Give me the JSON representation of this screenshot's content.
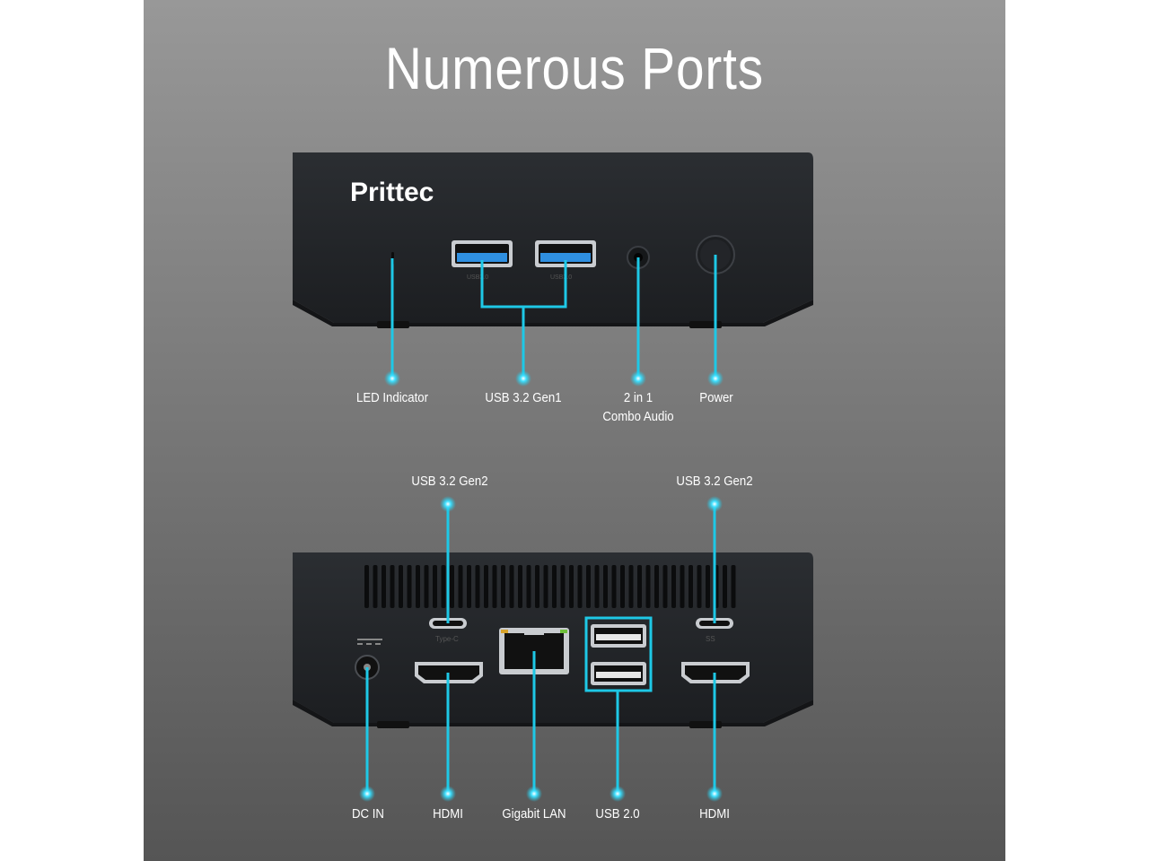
{
  "heading": "Numerous Ports",
  "brand": "Prittec",
  "front_labels": {
    "led": "LED Indicator",
    "usb_gen1": "USB 3.2 Gen1",
    "audio_line1": "2 in 1",
    "audio_line2": "Combo Audio",
    "power": "Power"
  },
  "rear_labels": {
    "usb_gen2_left": "USB 3.2 Gen2",
    "usb_gen2_right": "USB 3.2 Gen2",
    "dc_in": "DC IN",
    "hdmi_left": "HDMI",
    "lan": "Gigabit LAN",
    "usb2": "USB 2.0",
    "hdmi_right": "HDMI"
  },
  "port_marks": {
    "usb30_a": "USB3.0",
    "usb30_b": "USB3.0",
    "type_c": "Type-C",
    "ss": "SS"
  },
  "colors": {
    "accent": "#1ec8e6",
    "device": "#26292d",
    "usb3_blue": "#2f8fe0"
  }
}
